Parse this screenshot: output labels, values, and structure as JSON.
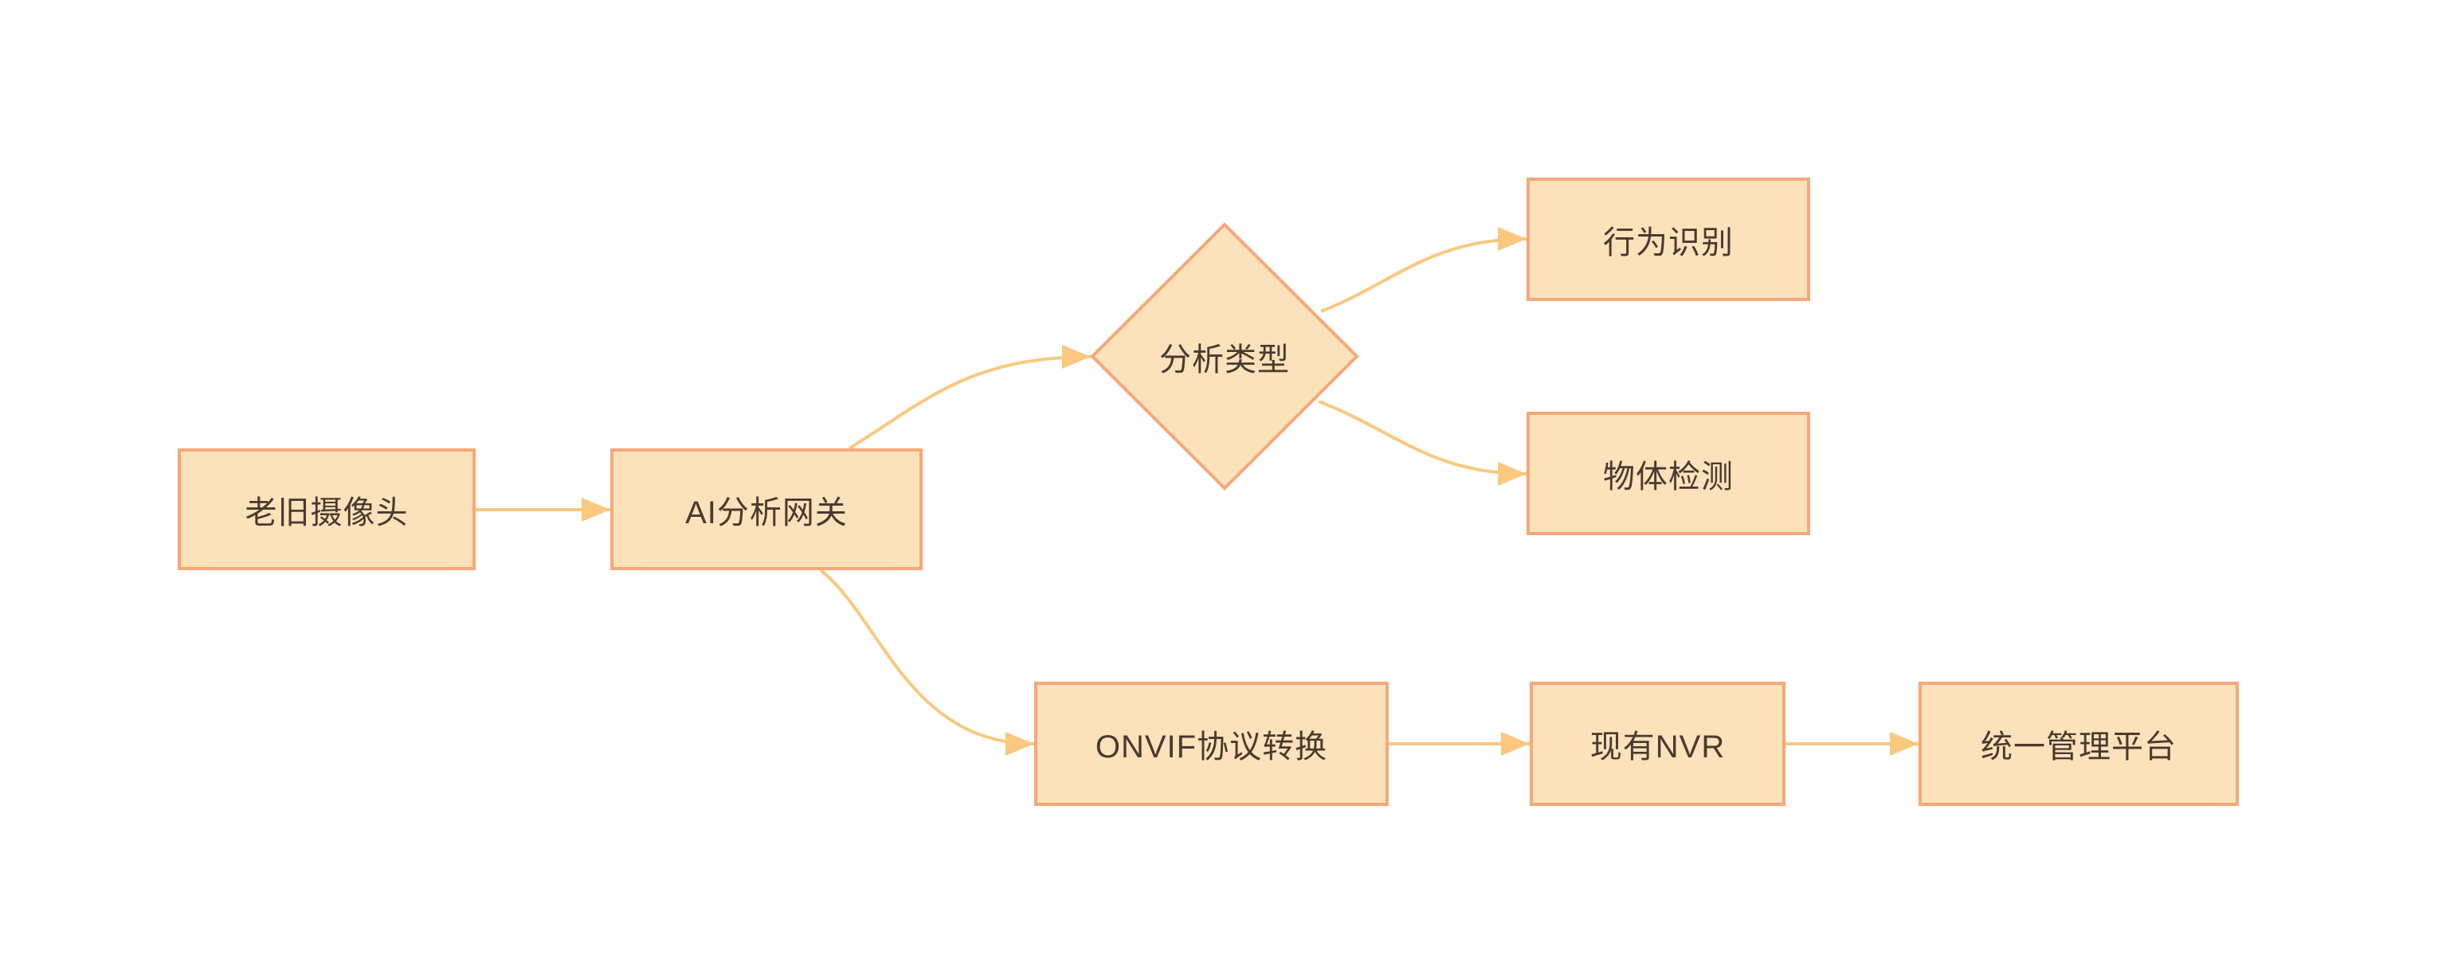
{
  "diagram": {
    "background": "#ffffff",
    "palette": {
      "node_fill": "#FCE2BB",
      "node_border": "#F6A878",
      "connector": "#FAC87E",
      "text": "#4A392E"
    },
    "nodes": [
      {
        "id": "old-camera",
        "shape": "rect",
        "label": "老旧摄像头"
      },
      {
        "id": "ai-gateway",
        "shape": "rect",
        "label": "AI分析网关"
      },
      {
        "id": "analysis-type",
        "shape": "diamond",
        "label": "分析类型"
      },
      {
        "id": "behavior-recognition",
        "shape": "rect",
        "label": "行为识别"
      },
      {
        "id": "object-detection",
        "shape": "rect",
        "label": "物体检测"
      },
      {
        "id": "onvif-conversion",
        "shape": "rect",
        "label": "ONVIF协议转换"
      },
      {
        "id": "existing-nvr",
        "shape": "rect",
        "label": "现有NVR"
      },
      {
        "id": "management-platform",
        "shape": "rect",
        "label": "统一管理平台"
      }
    ],
    "edges": [
      {
        "from": "old-camera",
        "to": "ai-gateway"
      },
      {
        "from": "ai-gateway",
        "to": "analysis-type"
      },
      {
        "from": "ai-gateway",
        "to": "onvif-conversion"
      },
      {
        "from": "analysis-type",
        "to": "behavior-recognition"
      },
      {
        "from": "analysis-type",
        "to": "object-detection"
      },
      {
        "from": "onvif-conversion",
        "to": "existing-nvr"
      },
      {
        "from": "existing-nvr",
        "to": "management-platform"
      }
    ]
  }
}
